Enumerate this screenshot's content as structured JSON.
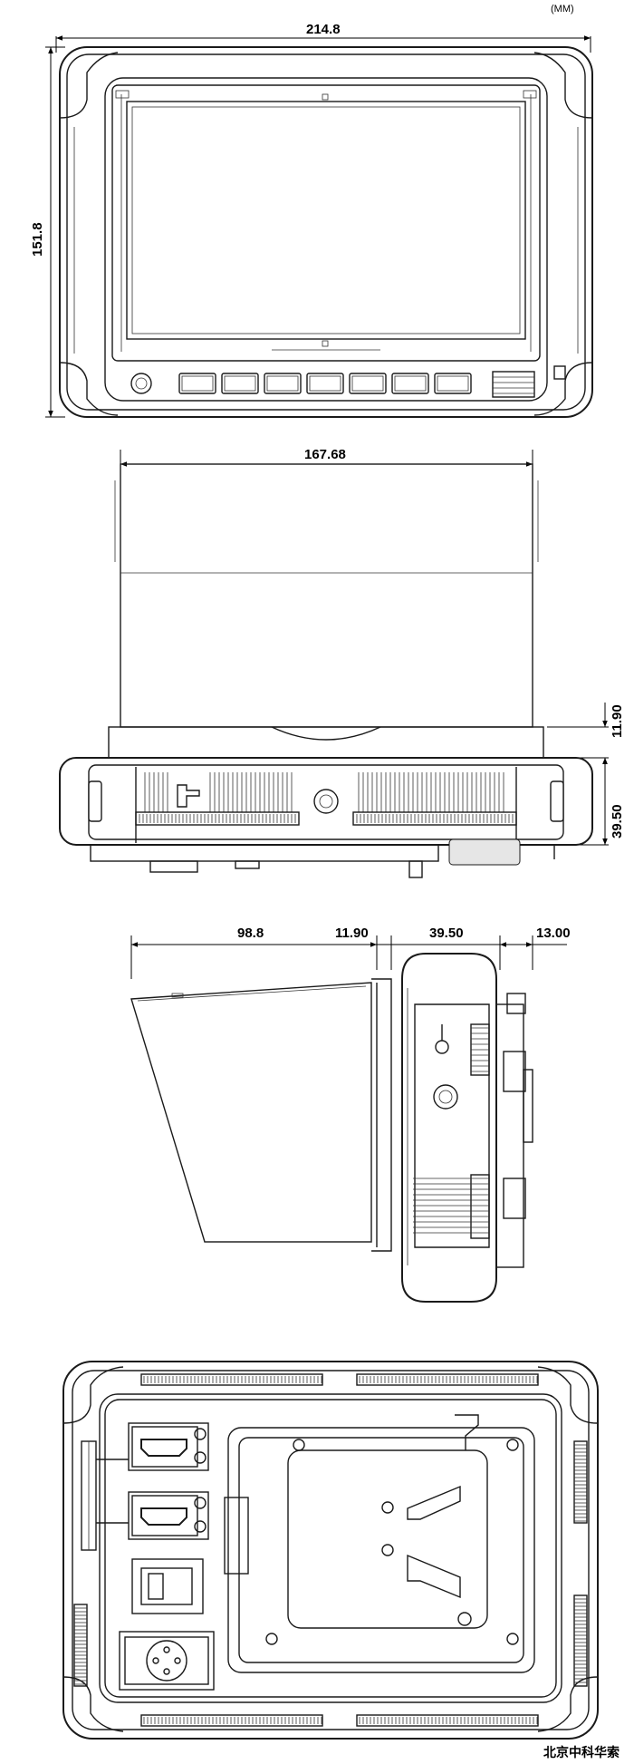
{
  "unit_label": "(MM)",
  "front_view": {
    "width_label": "214.8",
    "height_label": "151.8",
    "button_count": 7
  },
  "top_view": {
    "hood_width_label": "167.68",
    "hood_height_label": "11.90",
    "body_depth_label": "39.50"
  },
  "side_view": {
    "hood_extension_label": "98.8",
    "hood_thickness_label": "11.90",
    "body_depth_label": "39.50",
    "plate_depth_label": "13.00"
  },
  "watermark": "北京中科华索"
}
